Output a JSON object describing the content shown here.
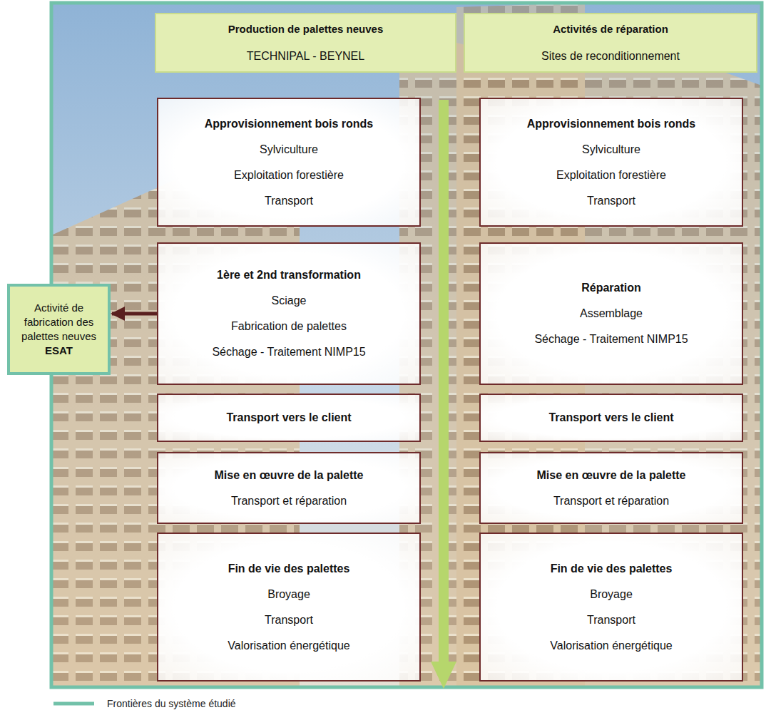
{
  "diagram": {
    "nodes": [
      {
        "text": [
          "Production de palettes neuves",
          "TECHNIPAL - BEYNEL"
        ]
      },
      {
        "text": [
          "Activités de réparation",
          "Sites de reconditionnement"
        ]
      },
      {
        "text": [
          "Approvisionnement bois ronds",
          "Sylviculture",
          "Exploitation forestière",
          "Transport"
        ]
      },
      {
        "text": [
          "Approvisionnement bois ronds",
          "Sylviculture",
          "Exploitation forestière",
          "Transport"
        ]
      },
      {
        "text": [
          "Activité de fabrication des palettes neuves",
          "ESAT"
        ]
      },
      {
        "text": [
          "1ère et 2nd transformation",
          "Sciage",
          "Fabrication de palettes",
          "Séchage - Traitement NIMP15"
        ]
      },
      {
        "text": [
          "Réparation",
          "Assemblage",
          "Séchage - Traitement NIMP15"
        ]
      },
      {
        "text": [
          "Transport vers le client"
        ]
      },
      {
        "text": [
          "Transport vers le client"
        ]
      },
      {
        "text": [
          "Mise en œuvre de la palette",
          "Transport et réparation"
        ]
      },
      {
        "text": [
          "Mise en œuvre de la palette",
          "Transport et réparation"
        ]
      },
      {
        "text": [
          "Fin de vie des palettes",
          "Broyage",
          "Transport",
          "Valorisation énergétique"
        ]
      },
      {
        "text": [
          "Fin de vie des palettes",
          "Broyage",
          "Transport",
          "Valorisation énergétique"
        ]
      }
    ],
    "edges": [
      {
        "from": 5,
        "to": 4,
        "arrow": "to"
      }
    ],
    "legend": [
      {
        "text": "Frontières du système étudié"
      }
    ]
  }
}
